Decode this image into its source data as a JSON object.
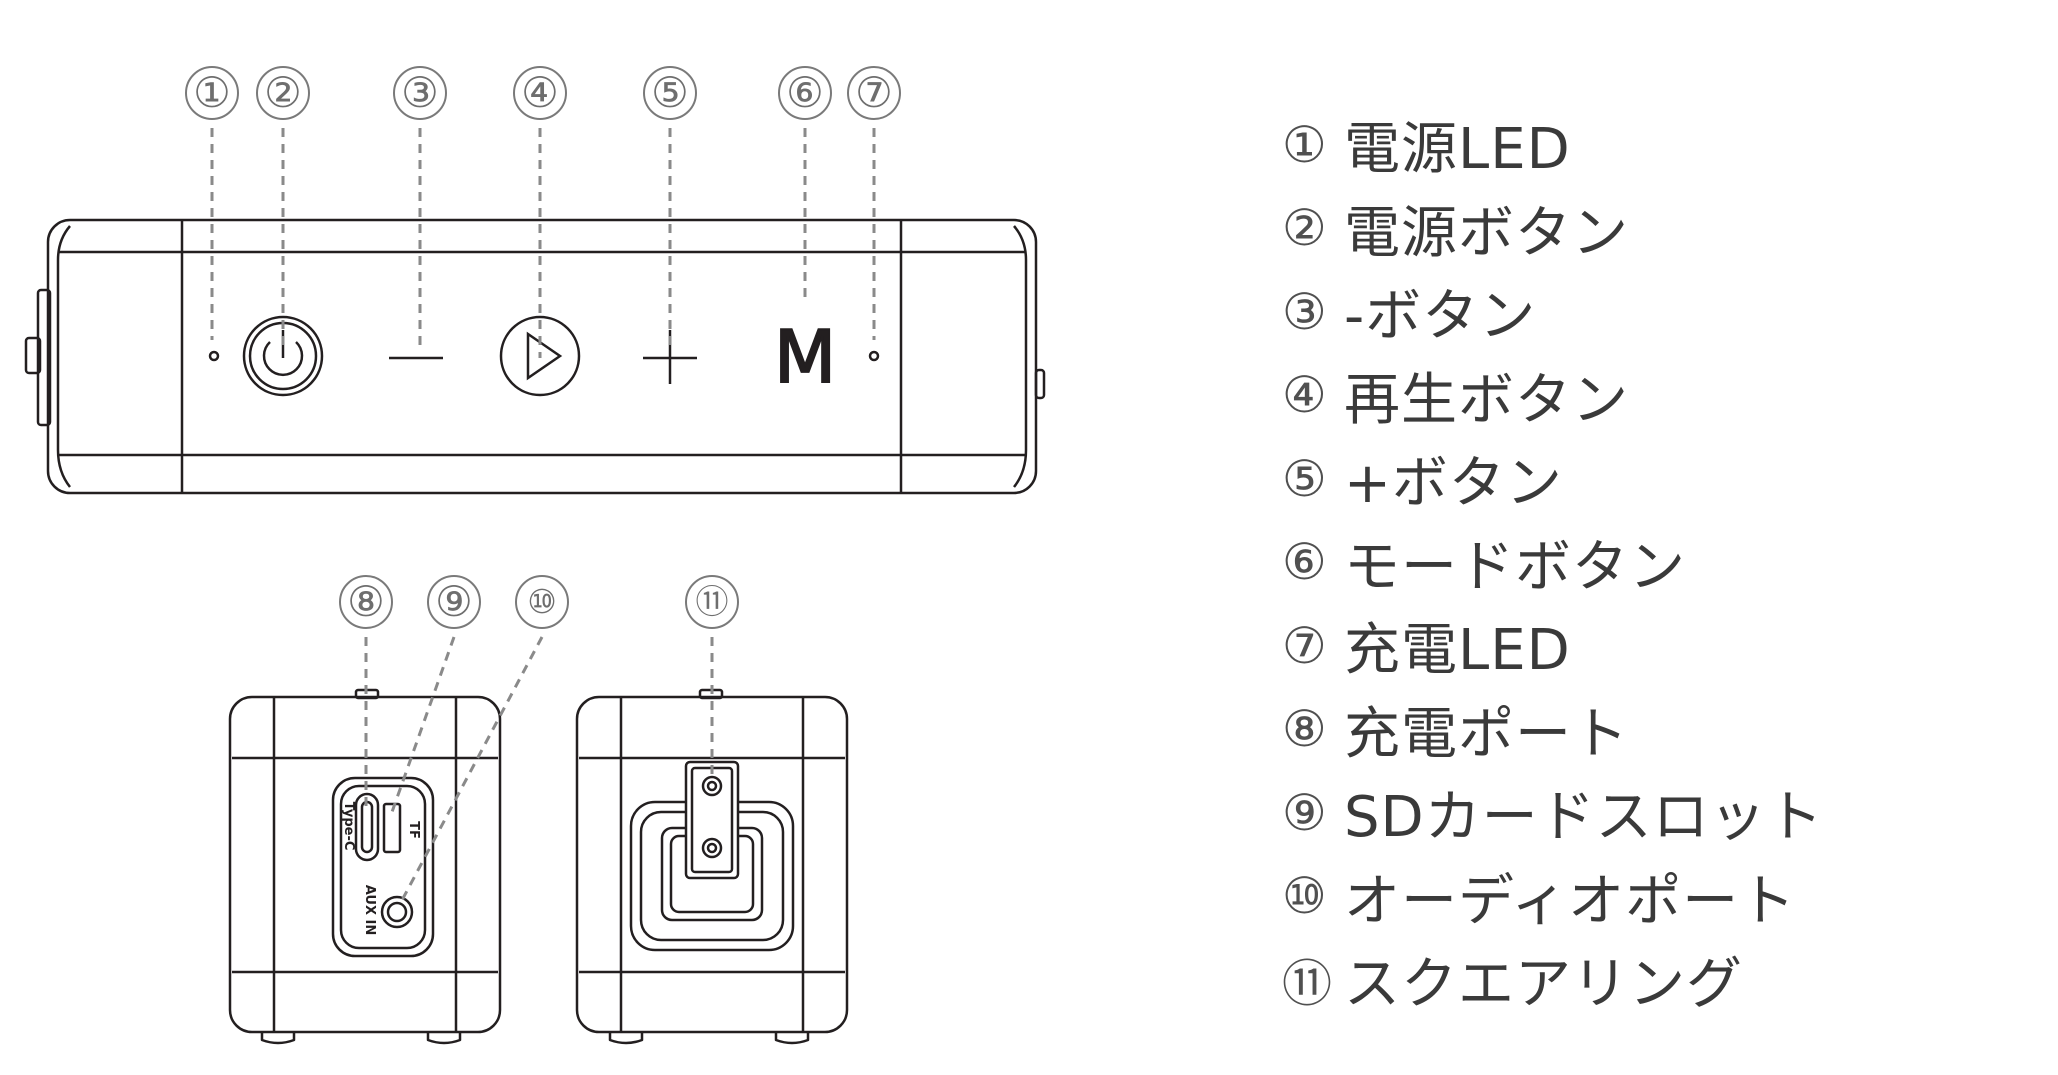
{
  "callouts": {
    "c1": "①",
    "c2": "②",
    "c3": "③",
    "c4": "④",
    "c5": "⑤",
    "c6": "⑥",
    "c7": "⑦",
    "c8": "⑧",
    "c9": "⑨",
    "c10": "⑩",
    "c11": "⑪"
  },
  "device_labels": {
    "mode_button": "M",
    "typec": "Type-C",
    "tf": "TF",
    "aux_in": "AUX IN"
  },
  "legend": [
    {
      "num": "①",
      "label": "電源LED"
    },
    {
      "num": "②",
      "label": "電源ボタン"
    },
    {
      "num": "③",
      "label": " -ボタン"
    },
    {
      "num": "④",
      "label": "再生ボタン"
    },
    {
      "num": "⑤",
      "label": " +ボタン"
    },
    {
      "num": "⑥",
      "label": "モードボタン"
    },
    {
      "num": "⑦",
      "label": "充電LED"
    },
    {
      "num": "⑧",
      "label": "充電ポート"
    },
    {
      "num": "⑨",
      "label": "SDカードスロット"
    },
    {
      "num": "⑩",
      "label": "オーディオポート"
    },
    {
      "num": "⑪",
      "label": "スクエアリング"
    }
  ],
  "colors": {
    "outline": "#231f20",
    "callout": "#6e6e6e",
    "leader": "#8a8a8a",
    "legend_text": "#3a3a3a"
  }
}
